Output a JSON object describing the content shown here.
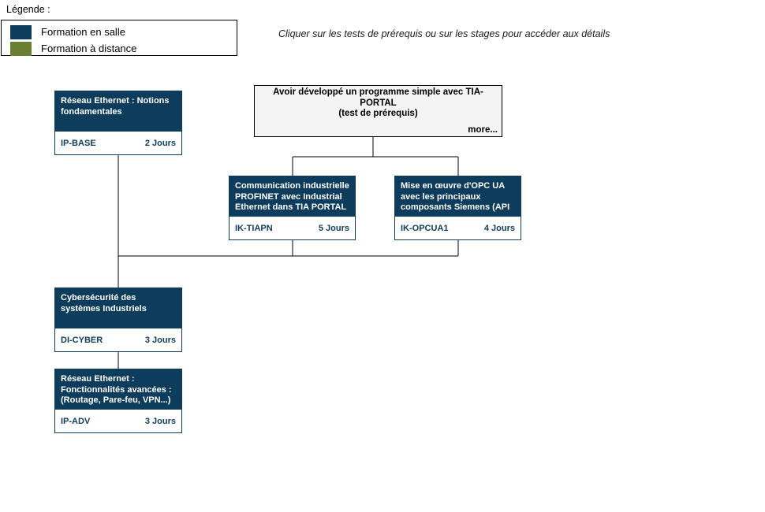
{
  "legend": {
    "title": "Légende :",
    "items": [
      {
        "label": "Formation en salle",
        "color": "#0d3c5c"
      },
      {
        "label": "Formation à distance",
        "color": "#6b7f33"
      }
    ]
  },
  "hint": {
    "text": "Cliquer sur les tests de prérequis ou sur les stages pour accéder aux détails"
  },
  "prerequisite": {
    "title": "Avoir développé un programme simple avec TIA-PORTAL\n(test de prérequis)",
    "more_label": "more...",
    "background": "#f4f4f4",
    "border": "#000000"
  },
  "courses": [
    {
      "id": "ip-base",
      "title": "Réseau Ethernet : Notions fondamentales",
      "code": "IP-BASE",
      "duration": "2 Jours",
      "mode": "Formation en salle",
      "color": "#0d3c5c"
    },
    {
      "id": "ik-tiapn",
      "title": "Communication industrielle PROFINET avec Industrial Ethernet dans TIA PORTAL",
      "code": "IK-TIAPN",
      "duration": "5 Jours",
      "mode": "Formation en salle",
      "color": "#0d3c5c"
    },
    {
      "id": "ik-opcua1",
      "title": "Mise en œuvre d'OPC UA avec les principaux composants Siemens (API",
      "code": "IK-OPCUA1",
      "duration": "4 Jours",
      "mode": "Formation en salle",
      "color": "#0d3c5c"
    },
    {
      "id": "di-cyber",
      "title": "Cybersécurité des systèmes Industriels",
      "code": "DI-CYBER",
      "duration": "3 Jours",
      "mode": "Formation en salle",
      "color": "#0d3c5c"
    },
    {
      "id": "ip-adv",
      "title": "Réseau Ethernet : Fonctionnalités avancées : (Routage, Pare-feu, VPN...)",
      "code": "IP-ADV",
      "duration": "3 Jours",
      "mode": "Formation en salle",
      "color": "#0d3c5c"
    }
  ],
  "connector_color": "#000000"
}
